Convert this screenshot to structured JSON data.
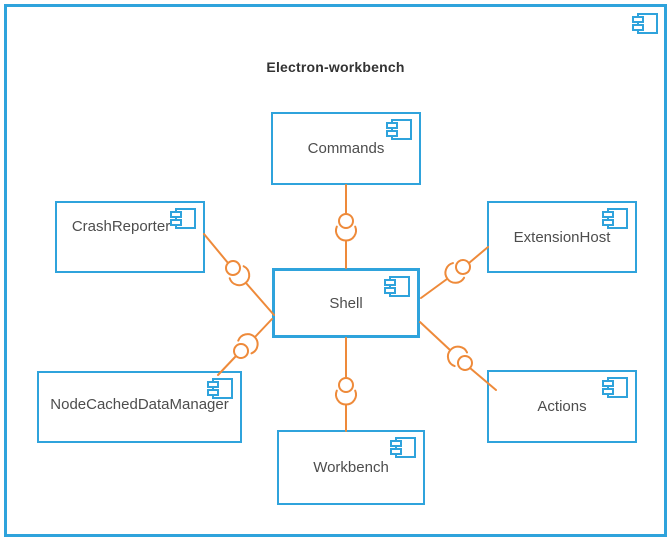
{
  "diagram": {
    "title": "Electron-workbench",
    "type": "uml-component-diagram",
    "components": [
      {
        "label": "Commands"
      },
      {
        "label": "CrashReporter"
      },
      {
        "label": "ExtensionHost"
      },
      {
        "label": "Shell"
      },
      {
        "label": "NodeCachedDataManager"
      },
      {
        "label": "Actions"
      },
      {
        "label": "Workbench"
      }
    ],
    "connections": [
      {
        "from": "Commands",
        "to": "Shell",
        "notation": "ball-and-socket"
      },
      {
        "from": "CrashReporter",
        "to": "Shell",
        "notation": "ball-and-socket"
      },
      {
        "from": "ExtensionHost",
        "to": "Shell",
        "notation": "ball-and-socket"
      },
      {
        "from": "NodeCachedDataManager",
        "to": "Shell",
        "notation": "ball-and-socket"
      },
      {
        "from": "Actions",
        "to": "Shell",
        "notation": "ball-and-socket"
      },
      {
        "from": "Shell",
        "to": "Workbench",
        "notation": "ball-and-socket"
      }
    ],
    "colors": {
      "shape_stroke": "#2FA3DC",
      "connector_stroke": "#EE8A3A",
      "label_text": "#4D4D4D",
      "title_text": "#333333",
      "background": "#FFFFFF"
    }
  }
}
